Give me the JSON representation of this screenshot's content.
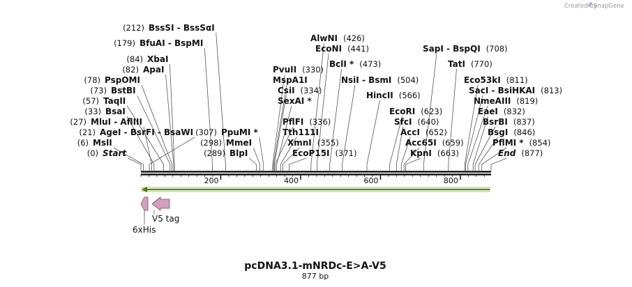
{
  "credit": {
    "prefix": "Created by",
    "brand": "SnapGene"
  },
  "map": {
    "title": "pcDNA3.1-mNRDc-E>A-V5",
    "length_label": "877 bp",
    "total_bp": 877,
    "scale_ticks": [
      "200",
      "400",
      "600",
      "800"
    ],
    "colors": {
      "arrow": "#9ed24a",
      "arrow_border": "#4d7a17",
      "feature": "#d39fbe",
      "feature_border": "#7a4f68",
      "backbone": "#000000"
    }
  },
  "features": [
    {
      "name": "6xHis",
      "kind": "small-arrow",
      "start": 0,
      "end": 18
    },
    {
      "name": "V5 tag",
      "kind": "arrow",
      "start": 24,
      "end": 66
    }
  ],
  "orf": {
    "name": "orf-arrow",
    "start": 0,
    "end": 877,
    "direction": "reverse"
  },
  "left_sites": [
    {
      "text": "Start",
      "pos": "(0)",
      "bp": 0,
      "italic": true,
      "pfx": true
    },
    {
      "text": "MslI",
      "pos": "(6)",
      "bp": 6,
      "pfx": true
    },
    {
      "text": "AgeI  - BsrFI  - BsaWI",
      "pos": "(21)",
      "bp": 21,
      "pfx": true
    },
    {
      "text": "MluI  - AflIII",
      "pos": "(27)",
      "bp": 27,
      "pfx": true
    },
    {
      "text": "BsaI",
      "pos": "(33)",
      "bp": 33,
      "pfx": true
    },
    {
      "text": "TaqII",
      "pos": "(57)",
      "bp": 57,
      "pfx": true
    },
    {
      "text": "BstBI",
      "pos": "(73)",
      "bp": 73,
      "pfx": true
    },
    {
      "text": "PspOMI",
      "pos": "(78)",
      "bp": 78,
      "pfx": true
    },
    {
      "text": "ApaI",
      "pos": "(82)",
      "bp": 82,
      "pfx": true
    },
    {
      "text": "XbaI",
      "pos": "(84)",
      "bp": 84,
      "pfx": true
    },
    {
      "text": "BfuAI  - BspMI",
      "pos": "(179)",
      "bp": 179,
      "pfx": true
    },
    {
      "text": "BssSI  - BssSαI",
      "pos": "(212)",
      "bp": 212,
      "pfx": true
    }
  ],
  "mid_left_sites": [
    {
      "text": "BlpI",
      "pos": "(289)",
      "bp": 289,
      "pfx": true
    },
    {
      "text": "MmeI",
      "pos": "(298)",
      "bp": 298,
      "pfx": true
    },
    {
      "text": "PpuMI *",
      "pos": "(307)",
      "bp": 307,
      "pfx": true
    }
  ],
  "center_sites": [
    {
      "text": "EcoP15I",
      "pos": "(371)",
      "bp": 371
    },
    {
      "text": "XmnI",
      "pos": "(355)",
      "bp": 355
    },
    {
      "text": "Tth111I",
      "pos": "",
      "bp": 350
    },
    {
      "text": "PflFI",
      "pos": "(336)",
      "bp": 336
    },
    {
      "text": "SexAI *",
      "pos": "",
      "bp": 340
    },
    {
      "text": "CsiI",
      "pos": "(334)",
      "bp": 334
    },
    {
      "text": "MspA1I",
      "pos": "",
      "bp": 332
    },
    {
      "text": "PvuII",
      "pos": "(330)",
      "bp": 330
    },
    {
      "text": "AlwNI",
      "pos": "(426)",
      "bp": 426
    },
    {
      "text": "EcoNI",
      "pos": "(441)",
      "bp": 441
    },
    {
      "text": "BclI *",
      "pos": "(473)",
      "bp": 473
    },
    {
      "text": "NsiI  - BsmI",
      "pos": "(504)",
      "bp": 504
    },
    {
      "text": "HincII",
      "pos": "(566)",
      "bp": 566
    }
  ],
  "right_sites": [
    {
      "text": "SapI  - BspQI",
      "pos": "(708)",
      "bp": 708
    },
    {
      "text": "TatI",
      "pos": "(770)",
      "bp": 770
    },
    {
      "text": "Eco53kI",
      "pos": "(811)",
      "bp": 811
    },
    {
      "text": "SacI  - BsiHKAI",
      "pos": "(813)",
      "bp": 813
    },
    {
      "text": "NmeAIII",
      "pos": "(819)",
      "bp": 819
    },
    {
      "text": "EaeI",
      "pos": "(832)",
      "bp": 832
    },
    {
      "text": "BsrBI",
      "pos": "(837)",
      "bp": 837
    },
    {
      "text": "BsgI",
      "pos": "(846)",
      "bp": 846
    },
    {
      "text": "PflMI *",
      "pos": "(854)",
      "bp": 854
    },
    {
      "text": "End",
      "pos": "(877)",
      "bp": 877,
      "italic": true
    },
    {
      "text": "EcoRI",
      "pos": "(623)",
      "bp": 623
    },
    {
      "text": "SfcI",
      "pos": "(640)",
      "bp": 640
    },
    {
      "text": "AccI",
      "pos": "(652)",
      "bp": 652
    },
    {
      "text": "Acc65I",
      "pos": "(659)",
      "bp": 659
    },
    {
      "text": "KpnI",
      "pos": "(663)",
      "bp": 663
    }
  ]
}
